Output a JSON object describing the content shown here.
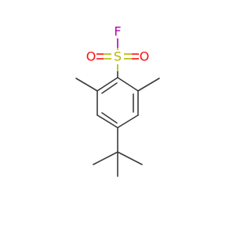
{
  "molecule": {
    "atoms": {
      "sulfur": {
        "symbol": "S",
        "color": "#b5b500"
      },
      "oxygen_left": {
        "symbol": "O",
        "color": "#ff0d0d"
      },
      "oxygen_right": {
        "symbol": "O",
        "color": "#ff0d0d"
      },
      "fluorine": {
        "symbol": "F",
        "color": "#b300b3"
      }
    },
    "bond_color": "#3a3a3a",
    "background": "#ffffff"
  }
}
